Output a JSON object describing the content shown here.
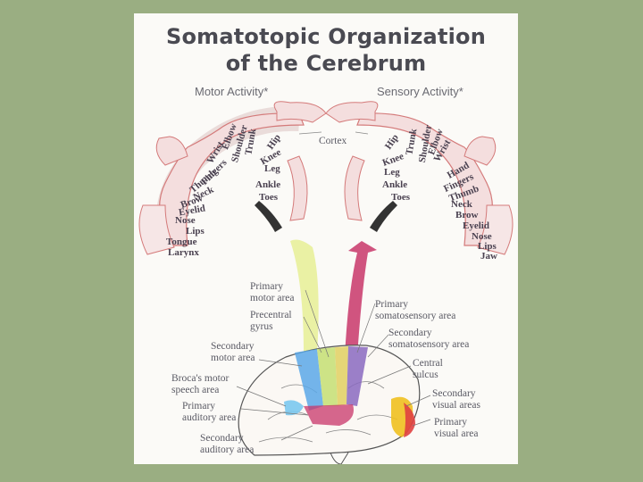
{
  "title": {
    "line1": "Somatotopic Organization",
    "line2": "of the Cerebrum"
  },
  "homunculus": {
    "motor_header": "Motor Activity*",
    "sensory_header": "Sensory Activity*",
    "cortex_label": "Cortex",
    "motor_parts": [
      "Hip",
      "Knee",
      "Leg",
      "Trunk",
      "Shoulder",
      "Elbow",
      "Wrist",
      "Fingers",
      "Thumb",
      "Neck",
      "Brow",
      "Eyelid",
      "Nose",
      "Lips",
      "Tongue",
      "Larynx",
      "Ankle",
      "Toes"
    ],
    "sensory_parts": [
      "Hip",
      "Trunk",
      "Shoulder",
      "Knee",
      "Leg",
      "Elbow",
      "Wrist",
      "Hand",
      "Fingers",
      "Thumb",
      "Neck",
      "Brow",
      "Eyelid",
      "Nose",
      "Lips",
      "Jaw",
      "Ankle",
      "Toes"
    ]
  },
  "brain_labels": {
    "primary_motor": "Primary\nmotor area",
    "precentral": "Precentral\ngyrus",
    "secondary_motor": "Secondary\nmotor area",
    "brocas": "Broca's motor\nspeech area",
    "primary_auditory": "Primary\nauditory area",
    "secondary_auditory": "Secondary\nauditory area",
    "primary_somatosensory": "Primary\nsomatosensory area",
    "secondary_somatosensory": "Secondary\nsomatosensory area",
    "central_sulcus": "Central\nsulcus",
    "secondary_visual": "Secondary\nvisual areas",
    "primary_visual": "Primary\nvisual area"
  },
  "colors": {
    "background": "#9aae82",
    "motor_stream": "#e8ef9a",
    "sensory_stream": "#c8366a",
    "motor_area": "#5aa8e8",
    "somatosensory_area": "#8a6ac0",
    "precentral_area": "#c8e07a",
    "visual_area": "#f0c020",
    "homunculus": "#d47a7a"
  }
}
